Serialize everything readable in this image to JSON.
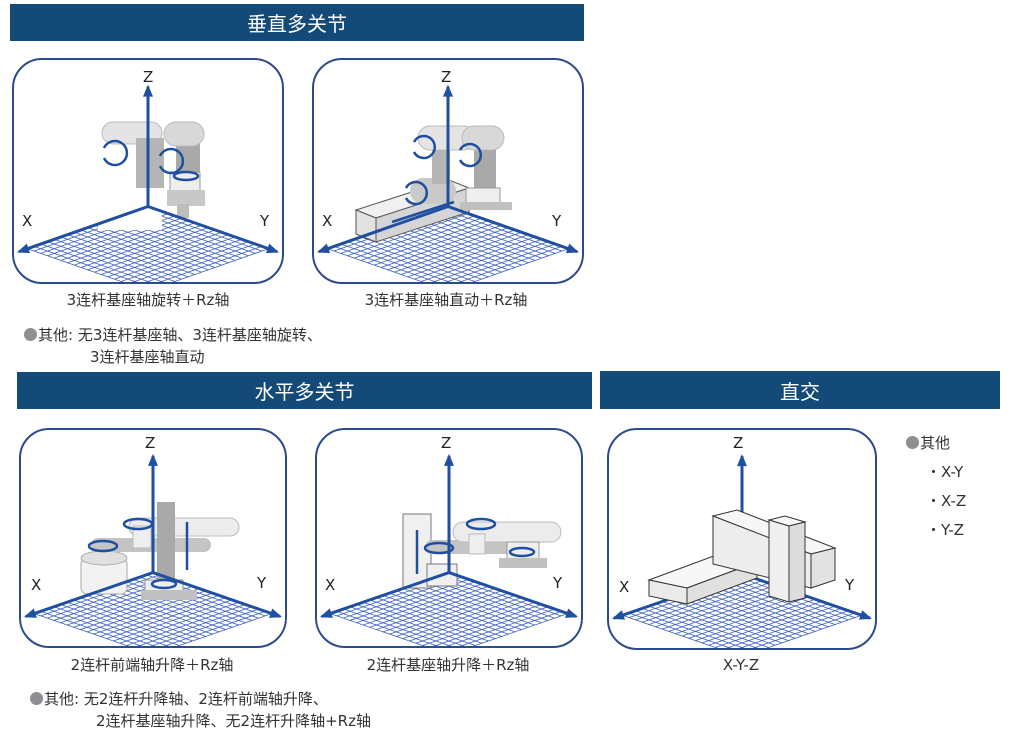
{
  "sections": {
    "vertical": {
      "title": "垂直多关节",
      "diagrams": [
        {
          "caption": "3连杆基座轴旋转＋Rz轴",
          "axes": {
            "x": "X",
            "y": "Y",
            "z": "Z"
          }
        },
        {
          "caption": "3连杆基座轴直动＋Rz轴",
          "axes": {
            "x": "X",
            "y": "Y",
            "z": "Z"
          }
        }
      ],
      "others": {
        "label": "其他:",
        "line1": "无3连杆基座轴、3连杆基座轴旋转、",
        "line2": "3连杆基座轴直动"
      }
    },
    "horizontal": {
      "title": "水平多关节",
      "diagrams": [
        {
          "caption": "2连杆前端轴升降＋Rz轴",
          "axes": {
            "x": "X",
            "y": "Y",
            "z": "Z"
          }
        },
        {
          "caption": "2连杆基座轴升降＋Rz轴",
          "axes": {
            "x": "X",
            "y": "Y",
            "z": "Z"
          }
        }
      ],
      "others": {
        "label": "其他:",
        "line1": "无2连杆升降轴、2连杆前端轴升降、",
        "line2": "2连杆基座轴升降、无2连杆升降轴+Rz轴"
      }
    },
    "cartesian": {
      "title": "直交",
      "diagrams": [
        {
          "caption": "X-Y-Z",
          "axes": {
            "x": "X",
            "y": "Y",
            "z": "Z"
          }
        }
      ],
      "others": {
        "label": "其他",
        "items": [
          "・X-Y",
          "・X-Z",
          "・Y-Z"
        ]
      }
    }
  },
  "colors": {
    "banner": "#134a78",
    "axis": "#1f4fa0",
    "grid": "#3a5fc0",
    "panel_border": "#2d4b8c",
    "bullet": "#8f8f93"
  }
}
